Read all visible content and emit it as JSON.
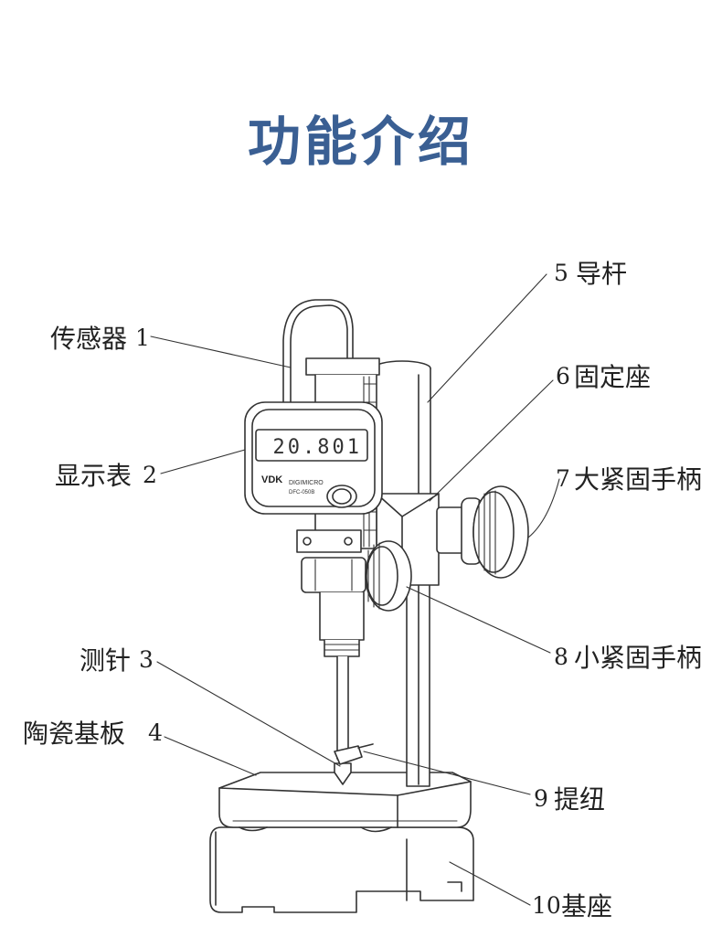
{
  "page": {
    "title": "功能介绍",
    "title_color": "#3a5f93"
  },
  "device": {
    "display_reading": "20.801",
    "brand": "VDK",
    "model_line1": "DIGIMICRO",
    "model_line2": "DFC-050B"
  },
  "callouts": [
    {
      "id": "sensor",
      "number": "1",
      "text": "传感器"
    },
    {
      "id": "display",
      "number": "2",
      "text": "显示表"
    },
    {
      "id": "probe",
      "number": "3",
      "text": "测针"
    },
    {
      "id": "ceramic-plate",
      "number": "4",
      "text": "陶瓷基板"
    },
    {
      "id": "guide-rod",
      "number": "5",
      "text": "导杆"
    },
    {
      "id": "holder",
      "number": "6",
      "text": "固定座"
    },
    {
      "id": "large-handle",
      "number": "7",
      "text": "大紧固手柄"
    },
    {
      "id": "small-handle",
      "number": "8",
      "text": "小紧固手柄"
    },
    {
      "id": "lift-knob",
      "number": "9",
      "text": "提纽"
    },
    {
      "id": "base",
      "number": "10",
      "text": "基座"
    }
  ]
}
